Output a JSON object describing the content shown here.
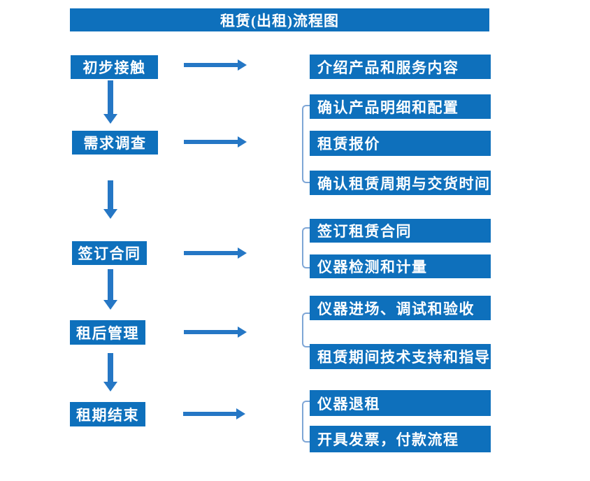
{
  "title": "租赁(出租)流程图",
  "colors": {
    "box": "#0E70BC",
    "arrow": "#2577C5",
    "bracket": "#7EA6D6",
    "text": "#FFFFFF",
    "bg": "#FFFFFF"
  },
  "steps": [
    {
      "label": "初步接触",
      "outputs": [
        "介绍产品和服务内容"
      ]
    },
    {
      "label": "需求调查",
      "outputs": [
        "确认产品明细和配置",
        "租赁报价",
        "确认租赁周期与交货时间"
      ]
    },
    {
      "label": "签订合同",
      "outputs": [
        "签订租赁合同",
        "仪器检测和计量"
      ]
    },
    {
      "label": "租后管理",
      "outputs": [
        "仪器进场、调试和验收",
        "租赁期间技术支持和指导"
      ]
    },
    {
      "label": "租期结束",
      "outputs": [
        "仪器退租",
        "开具发票，付款流程"
      ]
    }
  ]
}
